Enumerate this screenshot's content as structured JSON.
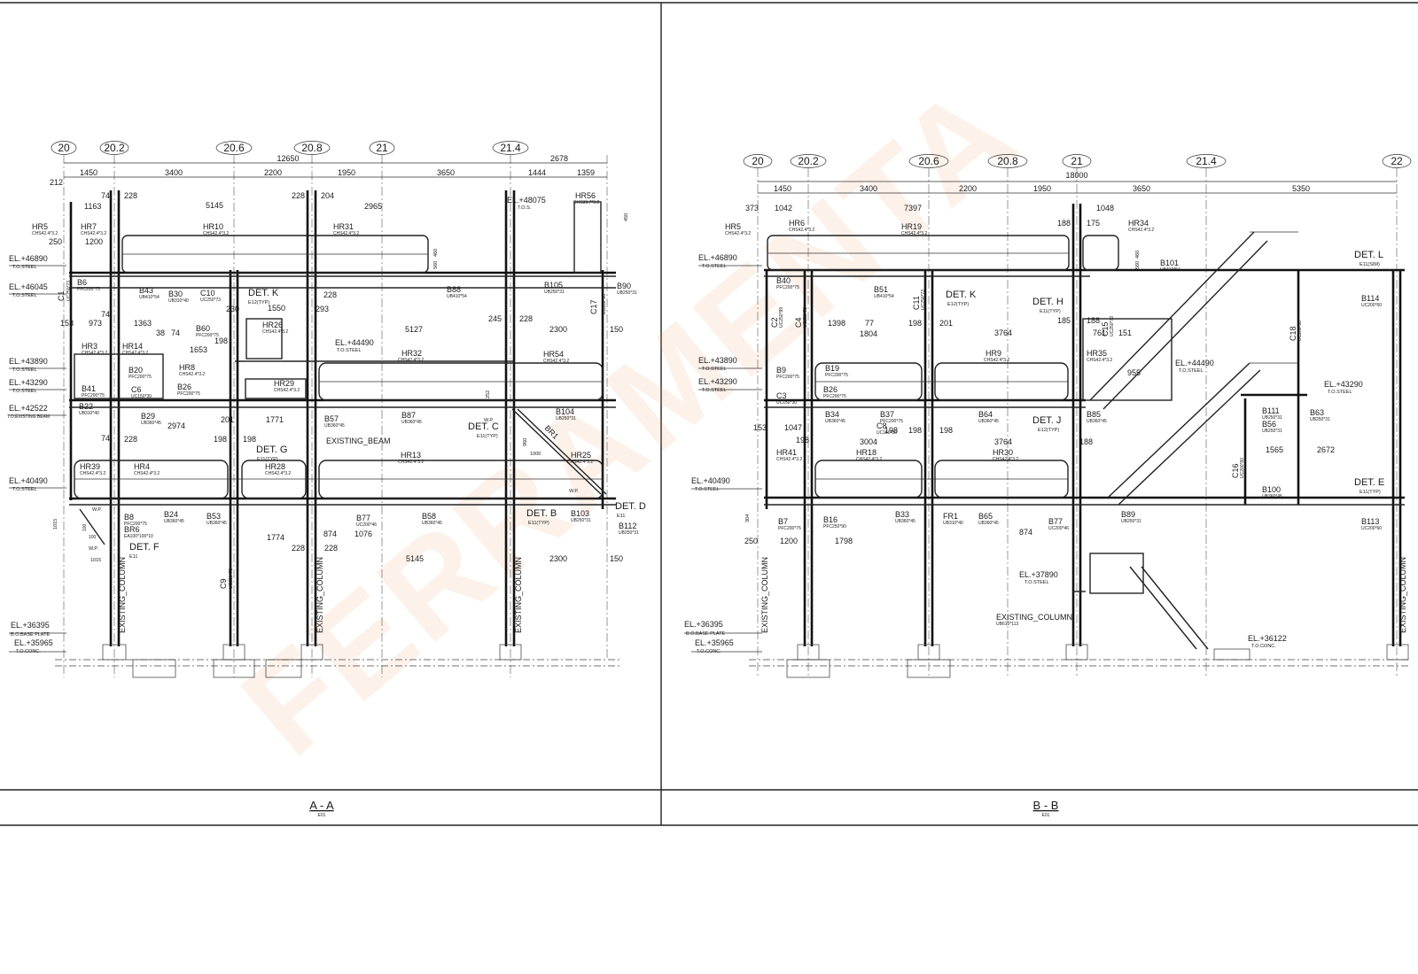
{
  "watermark": "FERRAMENTA",
  "views": [
    {
      "id": "A-A",
      "title": "A - A",
      "sheet_ref": "E01",
      "gridlines": [
        "20",
        "20.2",
        "20.6",
        "20.8",
        "21",
        "21.4"
      ],
      "overall_dim": "12650",
      "overall_dim_right": "2678",
      "top_dims": [
        "1450",
        "3400",
        "2200",
        "1950",
        "3650",
        "1444",
        "1359"
      ],
      "elevations": [
        {
          "label": "EL.+46890",
          "sub": "T.O.STEEL"
        },
        {
          "label": "EL.+46045",
          "sub": "T.O.STEEL"
        },
        {
          "label": "EL.+43890",
          "sub": "T.O.STEEL"
        },
        {
          "label": "EL.+43290",
          "sub": "T.O.STEEL"
        },
        {
          "label": "EL.+42522",
          "sub": "T.O.EXISTING BEAM"
        },
        {
          "label": "EL.+40490",
          "sub": "T.O.STEEL"
        },
        {
          "label": "EL.+36395",
          "sub": "B.O.BASE PLATE"
        },
        {
          "label": "EL.+35965",
          "sub": "T.O.CONC."
        },
        {
          "label": "EL.+48075",
          "sub": "T.O.S."
        },
        {
          "label": "EL.+44490",
          "sub": "T.O.STEEL"
        }
      ],
      "members": [
        {
          "tag": "HR5",
          "spec": "CHS42.4*3.2"
        },
        {
          "tag": "HR7",
          "spec": "CHS42.4*3.2"
        },
        {
          "tag": "HR10",
          "spec": "CHS42.4*3.2"
        },
        {
          "tag": "HR31",
          "spec": "CHS42.4*3.2"
        },
        {
          "tag": "HR56",
          "spec": "CHS33.7*3.2"
        },
        {
          "tag": "B6",
          "spec": "PFC200*75"
        },
        {
          "tag": "B43",
          "spec": "UB410*54"
        },
        {
          "tag": "B30",
          "spec": "UB310*40"
        },
        {
          "tag": "C10",
          "spec": "UC250*73"
        },
        {
          "tag": "B88",
          "spec": "UB410*54"
        },
        {
          "tag": "B105",
          "spec": "UB250*31"
        },
        {
          "tag": "B90",
          "spec": "UB250*31"
        },
        {
          "tag": "C17",
          "spec": "UC200*60"
        },
        {
          "tag": "C1",
          "spec": "UC250*73"
        },
        {
          "tag": "HR3",
          "spec": "CHS42.4*3.2"
        },
        {
          "tag": "HR14",
          "spec": "CHS42.4*3.2"
        },
        {
          "tag": "B60",
          "spec": "PFC200*75"
        },
        {
          "tag": "HR26",
          "spec": "CHS42.4*3.2"
        },
        {
          "tag": "HR32",
          "spec": "CHS42.4*3.2"
        },
        {
          "tag": "HR54",
          "spec": "CHS42.4*3.2"
        },
        {
          "tag": "HR8",
          "spec": "CHS42.4*3.2"
        },
        {
          "tag": "B20",
          "spec": "PFC200*75"
        },
        {
          "tag": "B41",
          "spec": "PFC200*75"
        },
        {
          "tag": "C6",
          "spec": "UC150*30"
        },
        {
          "tag": "B26",
          "spec": "PFC200*75"
        },
        {
          "tag": "HR29",
          "spec": "CHS42.4*3.2"
        },
        {
          "tag": "B22",
          "spec": "UB310*40"
        },
        {
          "tag": "B29",
          "spec": "UB360*45"
        },
        {
          "tag": "B57",
          "spec": "UB360*45"
        },
        {
          "tag": "B87",
          "spec": "UB360*45"
        },
        {
          "tag": "B104",
          "spec": "UB250*31"
        },
        {
          "tag": "BR1",
          "spec": ""
        },
        {
          "tag": "HR39",
          "spec": "CHS42.4*3.2"
        },
        {
          "tag": "HR4",
          "spec": "CHS42.4*3.2"
        },
        {
          "tag": "HR28",
          "spec": "CHS42.4*3.2"
        },
        {
          "tag": "HR13",
          "spec": "CHS42.4*3.2"
        },
        {
          "tag": "HR25",
          "spec": "CHS42.4*3.2"
        },
        {
          "tag": "B8",
          "spec": "PFC200*75"
        },
        {
          "tag": "BR6",
          "spec": "EA100*100*10"
        },
        {
          "tag": "B24",
          "spec": "UB360*45"
        },
        {
          "tag": "B53",
          "spec": "UB360*45"
        },
        {
          "tag": "B77",
          "spec": "UC200*46"
        },
        {
          "tag": "B58",
          "spec": "UB360*45"
        },
        {
          "tag": "B103",
          "spec": "UB250*31"
        },
        {
          "tag": "B112",
          "spec": "UB250*31"
        },
        {
          "tag": "C9",
          "spec": "UC250*73"
        }
      ],
      "details": [
        {
          "tag": "DET. K",
          "sub": "E12(TYP)"
        },
        {
          "tag": "DET. G",
          "sub": "E11(TYP)"
        },
        {
          "tag": "DET. C",
          "sub": "E11(TYP)"
        },
        {
          "tag": "DET. D",
          "sub": "E11"
        },
        {
          "tag": "DET. B",
          "sub": "E11(TYP)"
        },
        {
          "tag": "DET. F",
          "sub": "E11"
        }
      ],
      "notes": [
        "EXISTING_BEAM",
        "EXISTING_COLUMN",
        "W.P."
      ],
      "inner_dims": [
        "212",
        "74",
        "228",
        "5145",
        "228",
        "204",
        "2965",
        "1163",
        "1200",
        "250",
        "153",
        "973",
        "74",
        "1363",
        "38",
        "74",
        "198",
        "1653",
        "1550",
        "293",
        "230",
        "228",
        "5127",
        "245",
        "228",
        "2300",
        "150",
        "2974",
        "201",
        "1771",
        "74",
        "228",
        "198",
        "198",
        "1774",
        "874",
        "1076",
        "228",
        "228",
        "5145",
        "2300",
        "150",
        "1015",
        "1015",
        "100",
        "100",
        "460",
        "560",
        "450",
        "252",
        "1000",
        "960"
      ]
    },
    {
      "id": "B-B",
      "title": "B - B",
      "sheet_ref": "E01",
      "gridlines": [
        "20",
        "20.2",
        "20.6",
        "20.8",
        "21",
        "21.4",
        "22"
      ],
      "overall_dim": "18000",
      "top_dims": [
        "1450",
        "3400",
        "2200",
        "1950",
        "3650",
        "5350"
      ],
      "elevations": [
        {
          "label": "EL.+46890",
          "sub": "T.O.STEEL"
        },
        {
          "label": "EL.+43890",
          "sub": "T.O.STEEL"
        },
        {
          "label": "EL.+43290",
          "sub": "T.O.STEEL"
        },
        {
          "label": "EL.+40490",
          "sub": "T.O.STEEL"
        },
        {
          "label": "EL.+36395",
          "sub": "B.O.BASE PLATE"
        },
        {
          "label": "EL.+35965",
          "sub": "T.O.CONC."
        },
        {
          "label": "EL.+44490",
          "sub": "T.O.STEEL"
        },
        {
          "label": "EL.+43290",
          "sub": "T.O.STEEL"
        },
        {
          "label": "EL.+37890",
          "sub": "T.O.STEEL"
        },
        {
          "label": "EL.+36122",
          "sub": "T.O.CONC."
        }
      ],
      "members": [
        {
          "tag": "HR5",
          "spec": "CHS42.4*3.2"
        },
        {
          "tag": "HR6",
          "spec": "CHS42.4*3.2"
        },
        {
          "tag": "HR19",
          "spec": "CHS42.4*3.2"
        },
        {
          "tag": "HR34",
          "spec": "CHS42.4*3.2"
        },
        {
          "tag": "B101",
          "spec": "UB410*54"
        },
        {
          "tag": "B40",
          "spec": "PFC200*75"
        },
        {
          "tag": "B51",
          "spec": "UB410*54"
        },
        {
          "tag": "B114",
          "spec": "UC200*60"
        },
        {
          "tag": "C11",
          "spec": "UC250*73"
        },
        {
          "tag": "C15",
          "spec": "UC250*73"
        },
        {
          "tag": "C18",
          "spec": "UC200*60"
        },
        {
          "tag": "C2",
          "spec": "UC250*89"
        },
        {
          "tag": "C4",
          "spec": "UC250*73"
        },
        {
          "tag": "HR9",
          "spec": "CHS42.4*3.2"
        },
        {
          "tag": "HR35",
          "spec": "CHS42.4*3.2"
        },
        {
          "tag": "B9",
          "spec": "PFC200*75"
        },
        {
          "tag": "B19",
          "spec": "PFC200*75"
        },
        {
          "tag": "C3",
          "spec": "UC150*30"
        },
        {
          "tag": "B26",
          "spec": "PFC200*75"
        },
        {
          "tag": "B34",
          "spec": "UB360*45"
        },
        {
          "tag": "B37",
          "spec": "PFC200*75"
        },
        {
          "tag": "C8",
          "spec": "UC150*30"
        },
        {
          "tag": "B64",
          "spec": "UB360*45"
        },
        {
          "tag": "B85",
          "spec": "UB360*45"
        },
        {
          "tag": "B111",
          "spec": "UB250*31"
        },
        {
          "tag": "B56",
          "spec": "UB250*31"
        },
        {
          "tag": "B63",
          "spec": "UB250*31"
        },
        {
          "tag": "HR41",
          "spec": "CHS42.4*3.2"
        },
        {
          "tag": "HR18",
          "spec": "CHS42.4*3.2"
        },
        {
          "tag": "HR30",
          "spec": "CHS42.4*3.2"
        },
        {
          "tag": "C16",
          "spec": "UC200*60"
        },
        {
          "tag": "B100",
          "spec": "UB360*45"
        },
        {
          "tag": "B7",
          "spec": "PFC200*75"
        },
        {
          "tag": "B16",
          "spec": "PFC250*90"
        },
        {
          "tag": "B33",
          "spec": "UB360*45"
        },
        {
          "tag": "FR1",
          "spec": "UB310*40"
        },
        {
          "tag": "B65",
          "spec": "UB360*45"
        },
        {
          "tag": "B77",
          "spec": "UC200*46"
        },
        {
          "tag": "B89",
          "spec": "UB250*31"
        },
        {
          "tag": "B113",
          "spec": "UC200*60"
        }
      ],
      "details": [
        {
          "tag": "DET. K",
          "sub": "E12(TYP)"
        },
        {
          "tag": "DET. H",
          "sub": "E11(TYP)"
        },
        {
          "tag": "DET. L",
          "sub": "E11(SIM)"
        },
        {
          "tag": "DET. J",
          "sub": "E12(TYP)"
        },
        {
          "tag": "DET. E",
          "sub": "E11(TYP)"
        }
      ],
      "notes": [
        "EXISTING_COLUMN",
        "UB610*113"
      ],
      "inner_dims": [
        "373",
        "1042",
        "7397",
        "188",
        "175",
        "1048",
        "1398",
        "77",
        "1804",
        "198",
        "201",
        "3764",
        "185",
        "188",
        "761",
        "151",
        "955",
        "198",
        "3004",
        "198",
        "198",
        "3764",
        "188",
        "153",
        "1047",
        "198",
        "1565",
        "2672",
        "304",
        "250",
        "1200",
        "1798",
        "874",
        "460",
        "560"
      ]
    }
  ]
}
